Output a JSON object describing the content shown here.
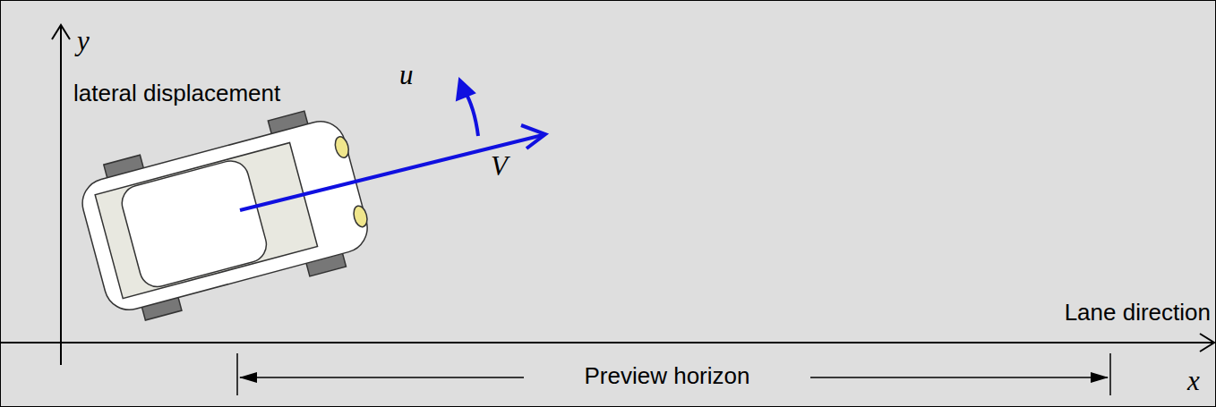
{
  "diagram": {
    "labels": [
      "y",
      "lateral displacement",
      "u",
      "V",
      "Lane direction",
      "x",
      "Preview horizon"
    ]
  }
}
